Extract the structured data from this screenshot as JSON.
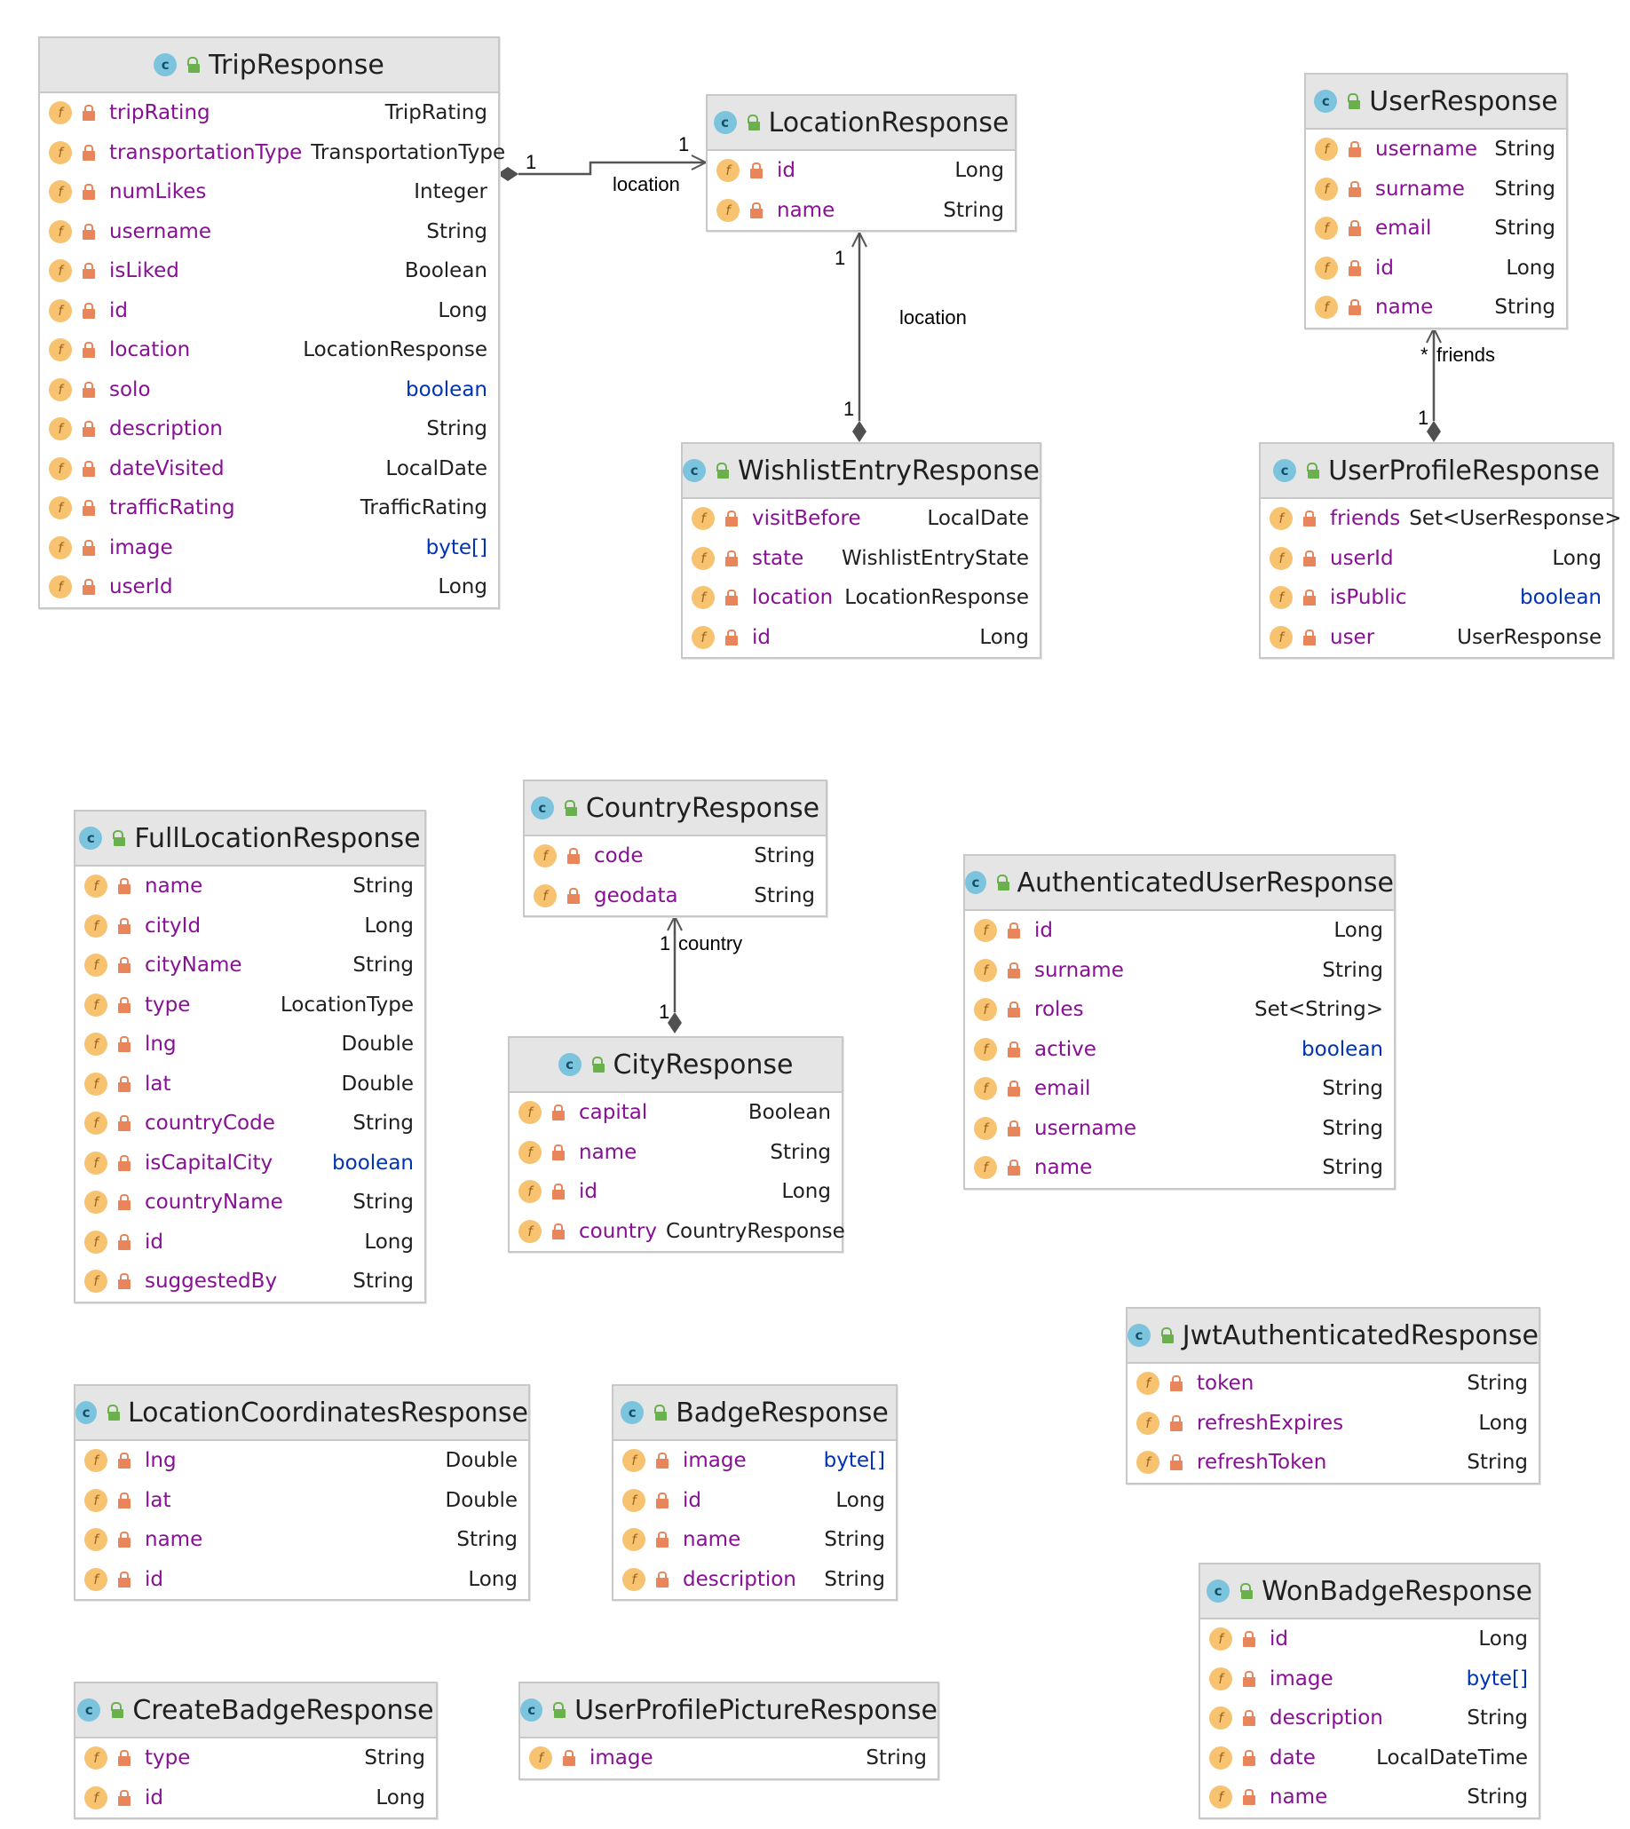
{
  "classes": {
    "trip": {
      "name": "TripResponse",
      "fields": [
        {
          "name": "tripRating",
          "type": "TripRating"
        },
        {
          "name": "transportationType",
          "type": "TransportationType"
        },
        {
          "name": "numLikes",
          "type": "Integer"
        },
        {
          "name": "username",
          "type": "String"
        },
        {
          "name": "isLiked",
          "type": "Boolean"
        },
        {
          "name": "id",
          "type": "Long"
        },
        {
          "name": "location",
          "type": "LocationResponse"
        },
        {
          "name": "solo",
          "type": "boolean",
          "keyword": true
        },
        {
          "name": "description",
          "type": "String"
        },
        {
          "name": "dateVisited",
          "type": "LocalDate"
        },
        {
          "name": "trafficRating",
          "type": "TrafficRating"
        },
        {
          "name": "image",
          "type": "byte[]",
          "keyword": true
        },
        {
          "name": "userId",
          "type": "Long"
        }
      ]
    },
    "location": {
      "name": "LocationResponse",
      "fields": [
        {
          "name": "id",
          "type": "Long"
        },
        {
          "name": "name",
          "type": "String"
        }
      ]
    },
    "user": {
      "name": "UserResponse",
      "fields": [
        {
          "name": "username",
          "type": "String"
        },
        {
          "name": "surname",
          "type": "String"
        },
        {
          "name": "email",
          "type": "String"
        },
        {
          "name": "id",
          "type": "Long"
        },
        {
          "name": "name",
          "type": "String"
        }
      ]
    },
    "wishlist": {
      "name": "WishlistEntryResponse",
      "fields": [
        {
          "name": "visitBefore",
          "type": "LocalDate"
        },
        {
          "name": "state",
          "type": "WishlistEntryState"
        },
        {
          "name": "location",
          "type": "LocationResponse"
        },
        {
          "name": "id",
          "type": "Long"
        }
      ]
    },
    "userprofile": {
      "name": "UserProfileResponse",
      "fields": [
        {
          "name": "friends",
          "type": "Set<UserResponse>"
        },
        {
          "name": "userId",
          "type": "Long"
        },
        {
          "name": "isPublic",
          "type": "boolean",
          "keyword": true
        },
        {
          "name": "user",
          "type": "UserResponse"
        }
      ]
    },
    "fulllocation": {
      "name": "FullLocationResponse",
      "fields": [
        {
          "name": "name",
          "type": "String"
        },
        {
          "name": "cityId",
          "type": "Long"
        },
        {
          "name": "cityName",
          "type": "String"
        },
        {
          "name": "type",
          "type": "LocationType"
        },
        {
          "name": "lng",
          "type": "Double"
        },
        {
          "name": "lat",
          "type": "Double"
        },
        {
          "name": "countryCode",
          "type": "String"
        },
        {
          "name": "isCapitalCity",
          "type": "boolean",
          "keyword": true
        },
        {
          "name": "countryName",
          "type": "String"
        },
        {
          "name": "id",
          "type": "Long"
        },
        {
          "name": "suggestedBy",
          "type": "String"
        }
      ]
    },
    "country": {
      "name": "CountryResponse",
      "fields": [
        {
          "name": "code",
          "type": "String"
        },
        {
          "name": "geodata",
          "type": "String"
        }
      ]
    },
    "authuser": {
      "name": "AuthenticatedUserResponse",
      "fields": [
        {
          "name": "id",
          "type": "Long"
        },
        {
          "name": "surname",
          "type": "String"
        },
        {
          "name": "roles",
          "type": "Set<String>"
        },
        {
          "name": "active",
          "type": "boolean",
          "keyword": true
        },
        {
          "name": "email",
          "type": "String"
        },
        {
          "name": "username",
          "type": "String"
        },
        {
          "name": "name",
          "type": "String"
        }
      ]
    },
    "city": {
      "name": "CityResponse",
      "fields": [
        {
          "name": "capital",
          "type": "Boolean"
        },
        {
          "name": "name",
          "type": "String"
        },
        {
          "name": "id",
          "type": "Long"
        },
        {
          "name": "country",
          "type": "CountryResponse"
        }
      ]
    },
    "jwt": {
      "name": "JwtAuthenticatedResponse",
      "fields": [
        {
          "name": "token",
          "type": "String"
        },
        {
          "name": "refreshExpires",
          "type": "Long"
        },
        {
          "name": "refreshToken",
          "type": "String"
        }
      ]
    },
    "coords": {
      "name": "LocationCoordinatesResponse",
      "fields": [
        {
          "name": "lng",
          "type": "Double"
        },
        {
          "name": "lat",
          "type": "Double"
        },
        {
          "name": "name",
          "type": "String"
        },
        {
          "name": "id",
          "type": "Long"
        }
      ]
    },
    "badge": {
      "name": "BadgeResponse",
      "fields": [
        {
          "name": "image",
          "type": "byte[]",
          "keyword": true
        },
        {
          "name": "id",
          "type": "Long"
        },
        {
          "name": "name",
          "type": "String"
        },
        {
          "name": "description",
          "type": "String"
        }
      ]
    },
    "wonbadge": {
      "name": "WonBadgeResponse",
      "fields": [
        {
          "name": "id",
          "type": "Long"
        },
        {
          "name": "image",
          "type": "byte[]",
          "keyword": true
        },
        {
          "name": "description",
          "type": "String"
        },
        {
          "name": "date",
          "type": "LocalDateTime"
        },
        {
          "name": "name",
          "type": "String"
        }
      ]
    },
    "createbadge": {
      "name": "CreateBadgeResponse",
      "fields": [
        {
          "name": "type",
          "type": "String"
        },
        {
          "name": "id",
          "type": "Long"
        }
      ]
    },
    "profilepic": {
      "name": "UserProfilePictureResponse",
      "fields": [
        {
          "name": "image",
          "type": "String"
        }
      ]
    }
  },
  "relations": {
    "trip_location": {
      "label": "location",
      "source_mult": "1",
      "target_mult": "1"
    },
    "wishlist_location": {
      "label": "location",
      "source_mult": "1",
      "target_mult": "1"
    },
    "profile_friends": {
      "label": "friends",
      "source_mult": "1",
      "target_mult": "*"
    },
    "city_country": {
      "label": "country",
      "source_mult": "1",
      "target_mult": "1"
    }
  },
  "icons": {
    "class_icon": "class-c-icon",
    "field_icon": "field-f-icon",
    "private_icon": "lock-icon",
    "class_letter": "c",
    "field_letter": "f"
  },
  "colors": {
    "header_bg": "#e5e5e5",
    "border": "#c8c8c8",
    "field_name": "#871094",
    "keyword_type": "#0033b3",
    "class_icon": "#7cc3dd",
    "field_icon": "#f7c371",
    "lock": "#e8855a"
  }
}
